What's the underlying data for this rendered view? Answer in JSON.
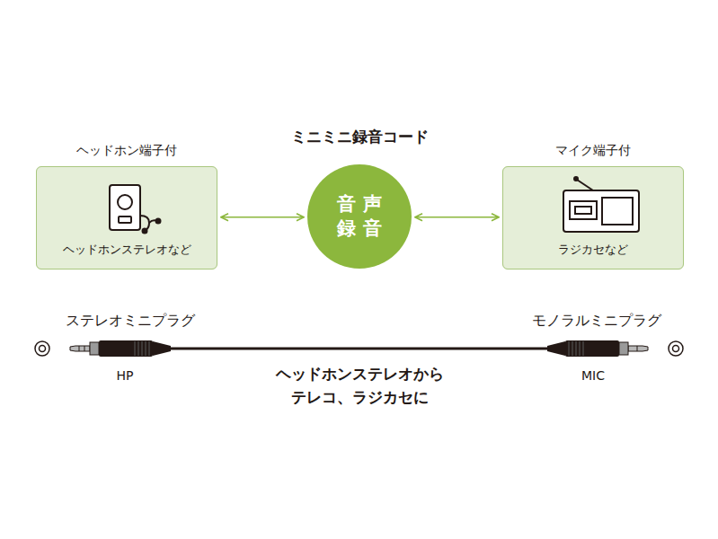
{
  "diagram": {
    "title": "ミニミニ録音コード",
    "nodes": [
      {
        "text": [
          "ヘッドホン端子付",
          "ヘッドホンステレオなど"
        ]
      },
      {
        "text": [
          "音声 録音"
        ]
      },
      {
        "text": [
          "マイク端子付",
          "ラジカセなど"
        ]
      }
    ],
    "edges": [
      {
        "from": 0,
        "to": 1,
        "arrow": "both"
      },
      {
        "from": 1,
        "to": 2,
        "arrow": "both"
      }
    ],
    "labels": [
      "ステレオミニプラグ",
      "モノラルミニプラグ",
      "HP",
      "MIC",
      "ヘッドホンステレオから テレコ、ラジカセに"
    ]
  }
}
